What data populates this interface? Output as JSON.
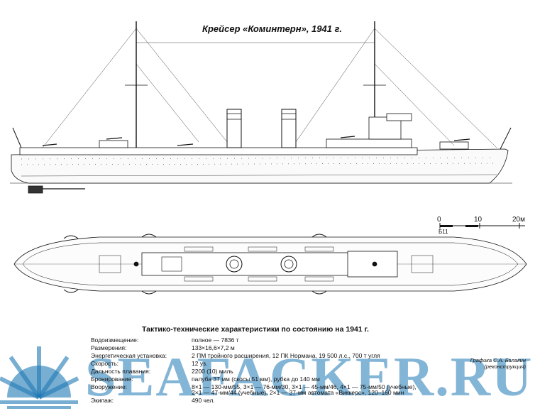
{
  "title": "Крейсер «Коминтерн», 1941 г.",
  "scale": {
    "zero": "0",
    "mid": "10",
    "end": "20м",
    "sub": "Б11"
  },
  "specs": {
    "heading": "Тактико-технические характеристики по состоянию на 1941 г.",
    "rows": [
      {
        "key": "Водоизмещение:",
        "value": "полное — 7836 т"
      },
      {
        "key": "Размерения:",
        "value": "133×16,6×7,2 м"
      },
      {
        "key": "Энергетическая установка:",
        "value": "2 ПМ тройного расширения, 12 ПК Нормана, 19 500 л.с., 700 т угля"
      },
      {
        "key": "Скорость:",
        "value": "12 уз."
      },
      {
        "key": "Дальность плавания:",
        "value": "2200 (10) миль"
      },
      {
        "key": "Бронирование:",
        "value": "палуба 37 мм (скосы 51 мм), рубка до 140 мм"
      },
      {
        "key": "Вооружение:",
        "value": "8×1 — 130-мм/55, 3×1 — 76-мм/30, 3×1 — 45-мм/46, 4×1 — 75-мм/50 (учебные),"
      },
      {
        "key": "",
        "value": "2×1 — 47-мм/44 (учебные), 2×1 — 37-мм автомата «Виккерс», 120–160 мин"
      },
      {
        "key": "Экипаж:",
        "value": "490 чел."
      }
    ]
  },
  "credit": {
    "line1": "Графика С.А. Балакин",
    "line2": "(реконструкция)"
  },
  "watermark": {
    "text": "SEAFACKER.RU"
  },
  "colors": {
    "ink": "#111111",
    "watermark": "#1e78b4"
  }
}
